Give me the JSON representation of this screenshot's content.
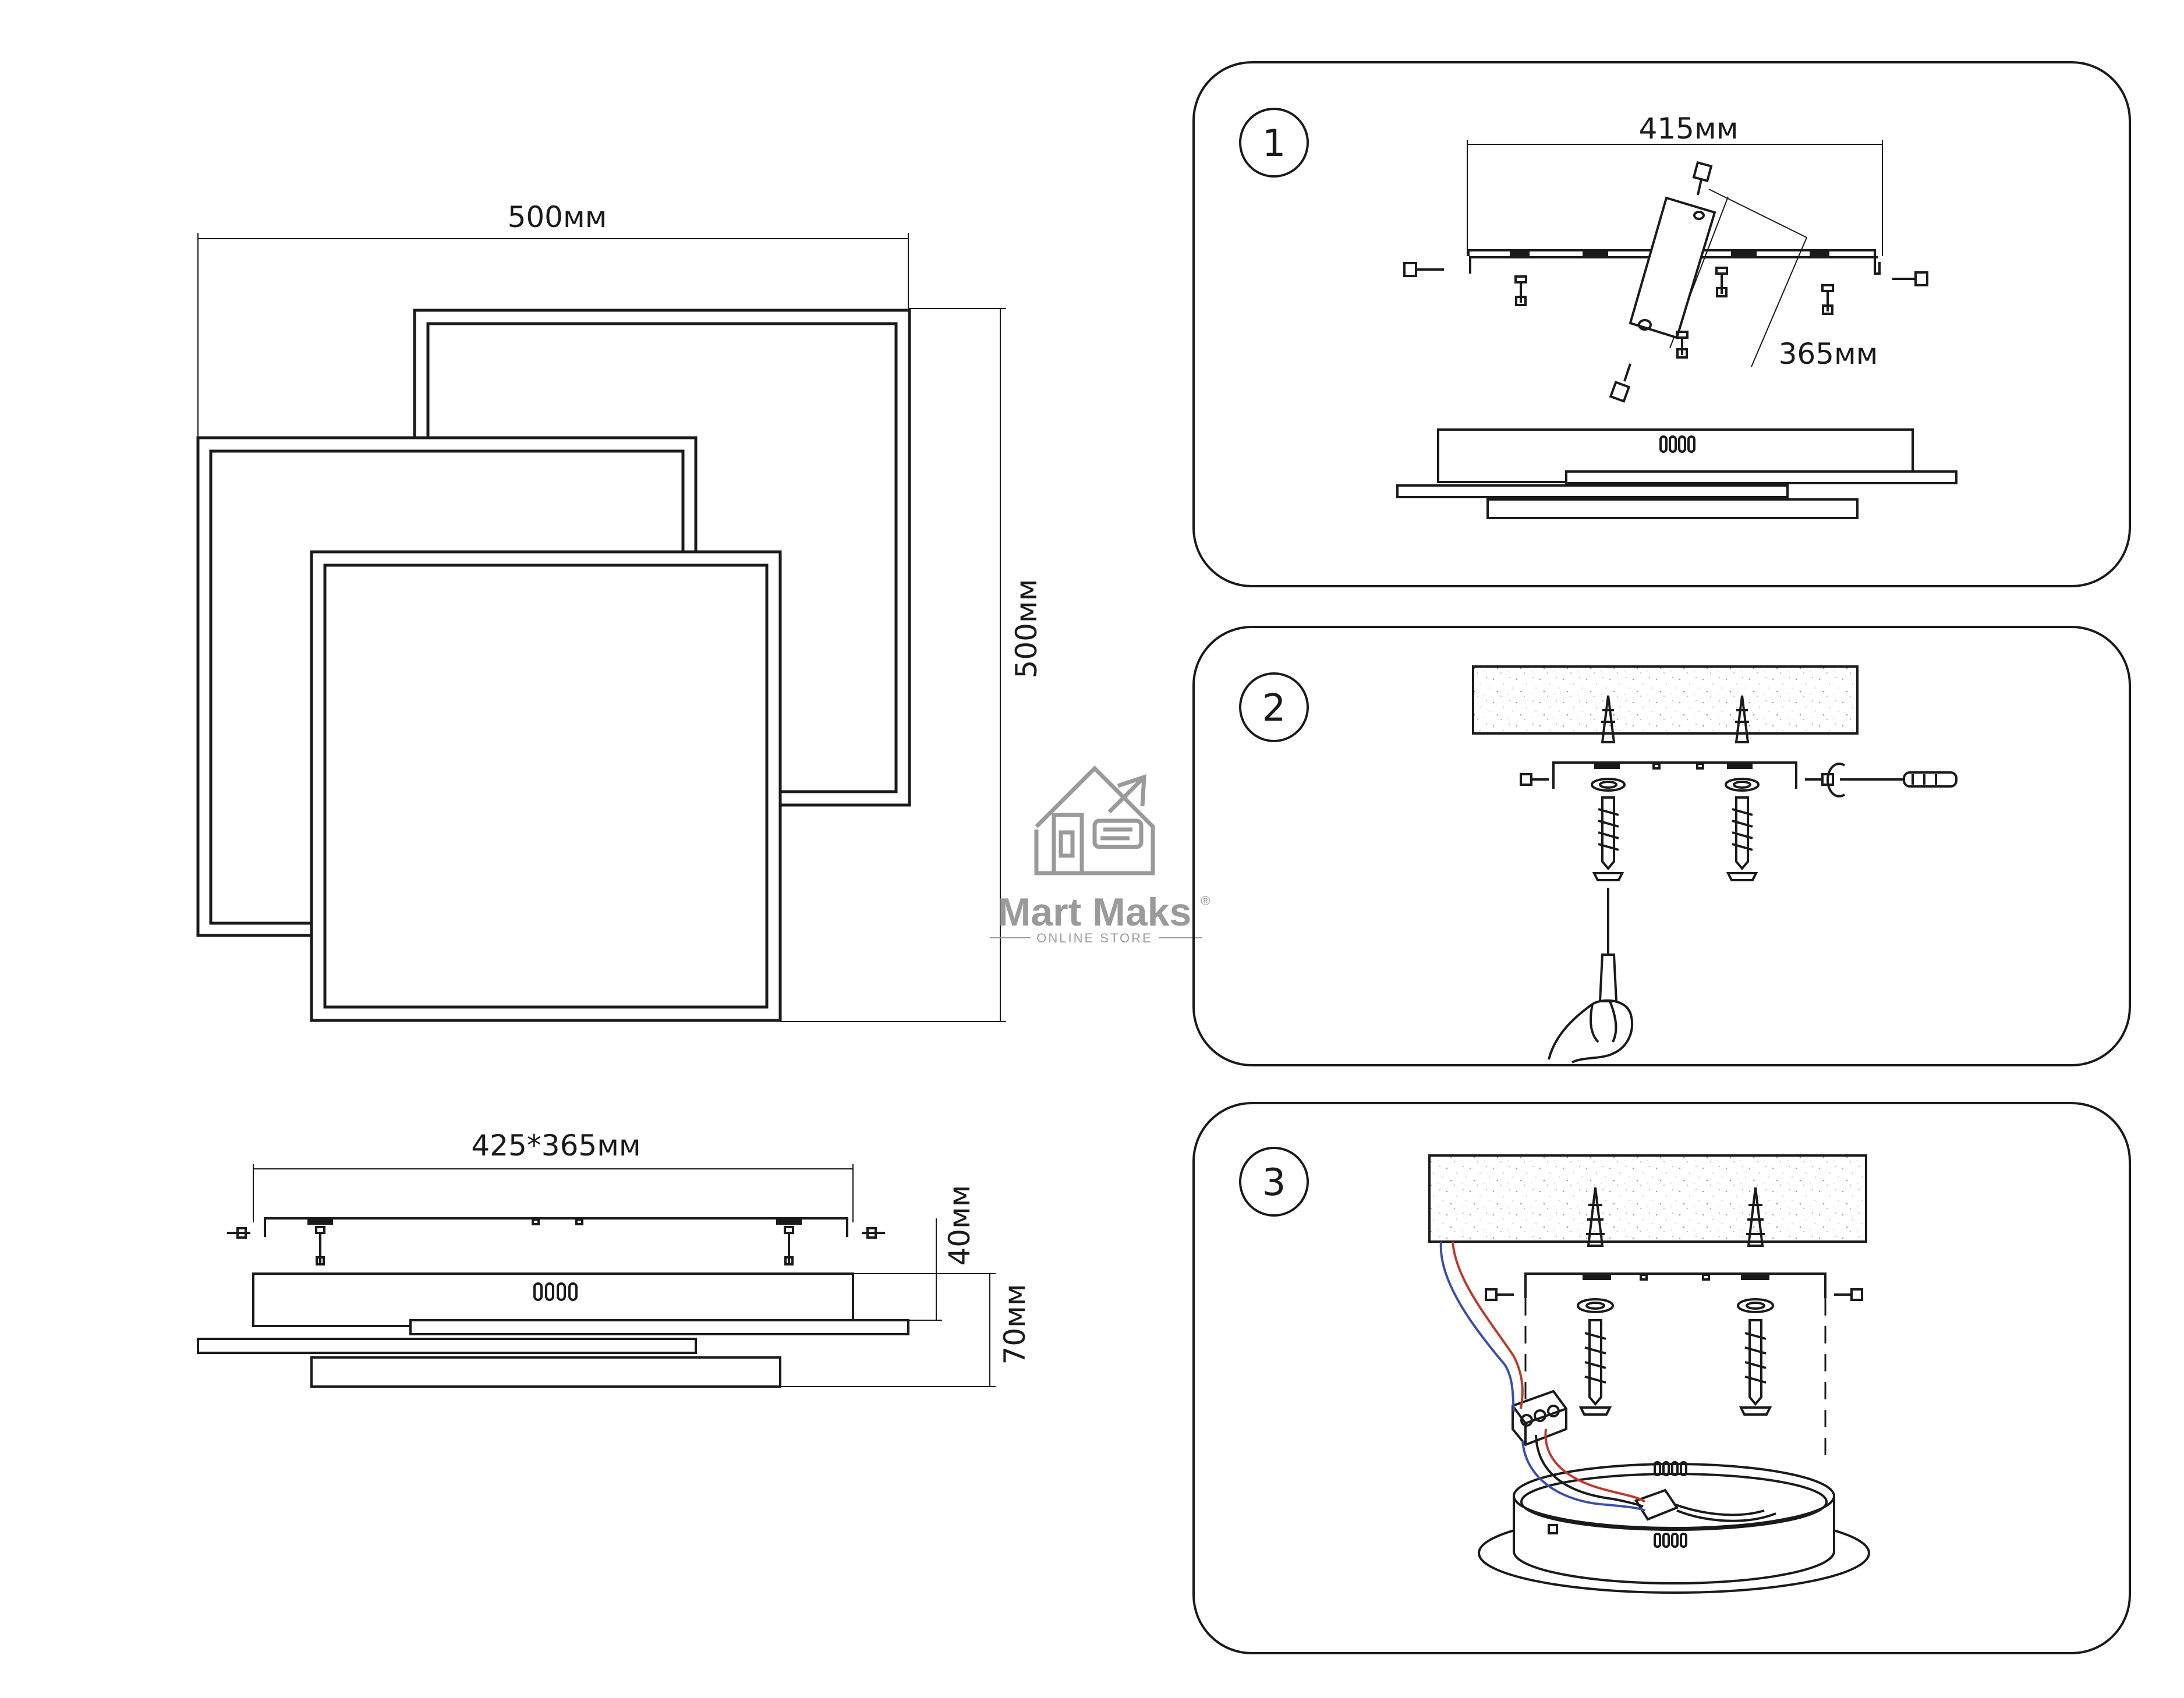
{
  "top_view": {
    "width_label": "500мм",
    "height_label": "500мм"
  },
  "side_view": {
    "width_label": "425*365мм",
    "mount_height_label": "40мм",
    "total_height_label": "70мм"
  },
  "steps": [
    {
      "number": "1",
      "dim_a": "415мм",
      "dim_b": "365мм"
    },
    {
      "number": "2"
    },
    {
      "number": "3"
    }
  ],
  "watermark": {
    "brand": "Mart Maks",
    "registered": "®",
    "tagline": "ONLINE STORE"
  },
  "colors": {
    "line": "#1a1a1a",
    "wire_red": "#c0392b",
    "wire_blue": "#3b4fa8",
    "watermark": "#9a9a9a"
  }
}
